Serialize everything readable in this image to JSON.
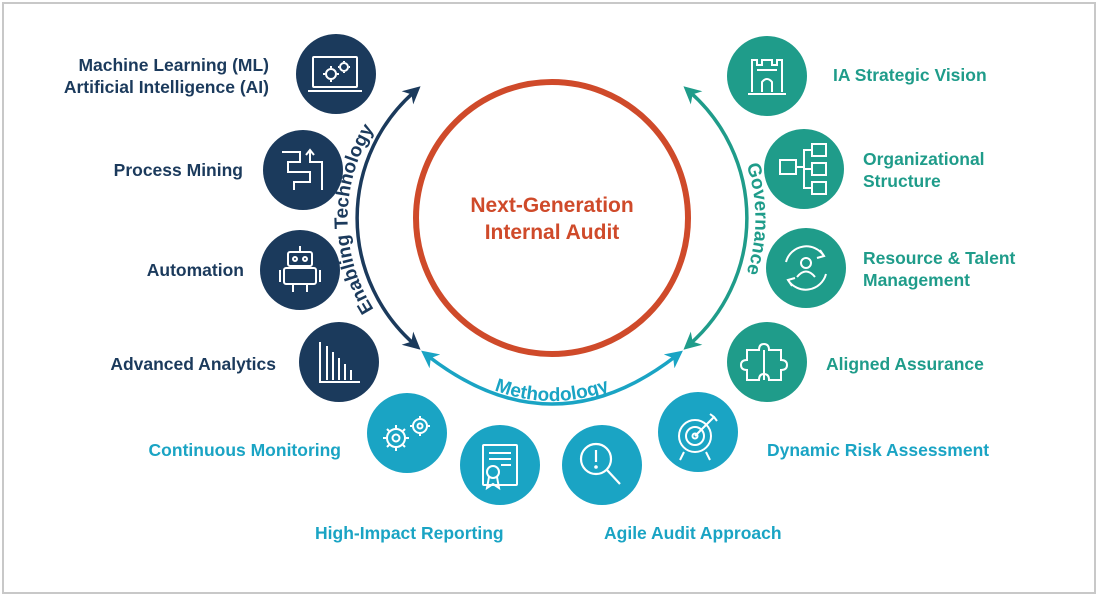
{
  "center": {
    "line1": "Next-Generation",
    "line2": "Internal Audit"
  },
  "arcs": {
    "enabling": "Enabling Technology",
    "governance": "Governance",
    "methodology": "Methodology"
  },
  "items": {
    "ml_ai": {
      "line1": "Machine Learning (ML)",
      "line2": "Artificial Intelligence (AI)"
    },
    "process_mining": "Process Mining",
    "automation": "Automation",
    "advanced_analytics": "Advanced Analytics",
    "continuous_monitoring": "Continuous Monitoring",
    "high_impact_reporting": "High-Impact Reporting",
    "agile_audit": "Agile Audit Approach",
    "dynamic_risk": "Dynamic Risk Assessment",
    "aligned_assurance": "Aligned Assurance",
    "resource_talent": {
      "line1": "Resource & Talent",
      "line2": "Management"
    },
    "org_structure": {
      "line1": "Organizational",
      "line2": "Structure"
    },
    "ia_vision": "IA Strategic Vision"
  },
  "colors": {
    "navy": "#1b3a5c",
    "teal": "#1f9c8a",
    "cyan": "#1aa4c4",
    "orange": "#cf4a2a"
  }
}
